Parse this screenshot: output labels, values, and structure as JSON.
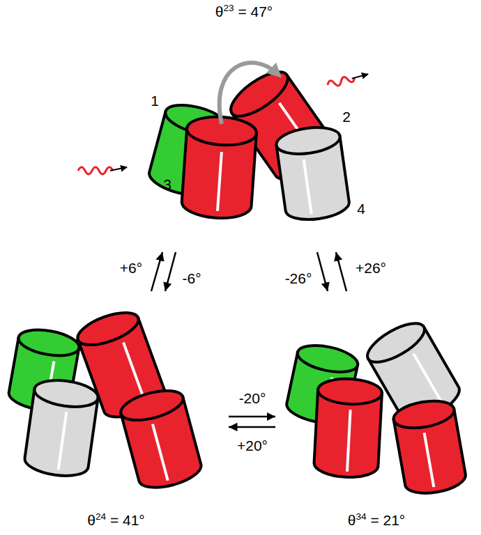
{
  "diagram": {
    "nodes": [
      {
        "text": [
          "θ23 = 47°"
        ]
      },
      {
        "text": [
          "θ24 = 41°"
        ]
      },
      {
        "text": [
          "θ34 = 21°"
        ]
      }
    ],
    "edges": [
      {
        "from": 1,
        "to": 0,
        "arrow": "to",
        "label": "+6°"
      },
      {
        "from": 0,
        "to": 1,
        "arrow": "to",
        "label": "-6°"
      },
      {
        "from": 2,
        "to": 0,
        "arrow": "to",
        "label": "+26°"
      },
      {
        "from": 0,
        "to": 2,
        "arrow": "to",
        "label": "-26°"
      },
      {
        "from": 1,
        "to": 2,
        "arrow": "to",
        "label": "-20°"
      },
      {
        "from": 2,
        "to": 1,
        "arrow": "to",
        "label": "+20°"
      }
    ],
    "labels": [
      "1",
      "2",
      "3",
      "4"
    ]
  }
}
